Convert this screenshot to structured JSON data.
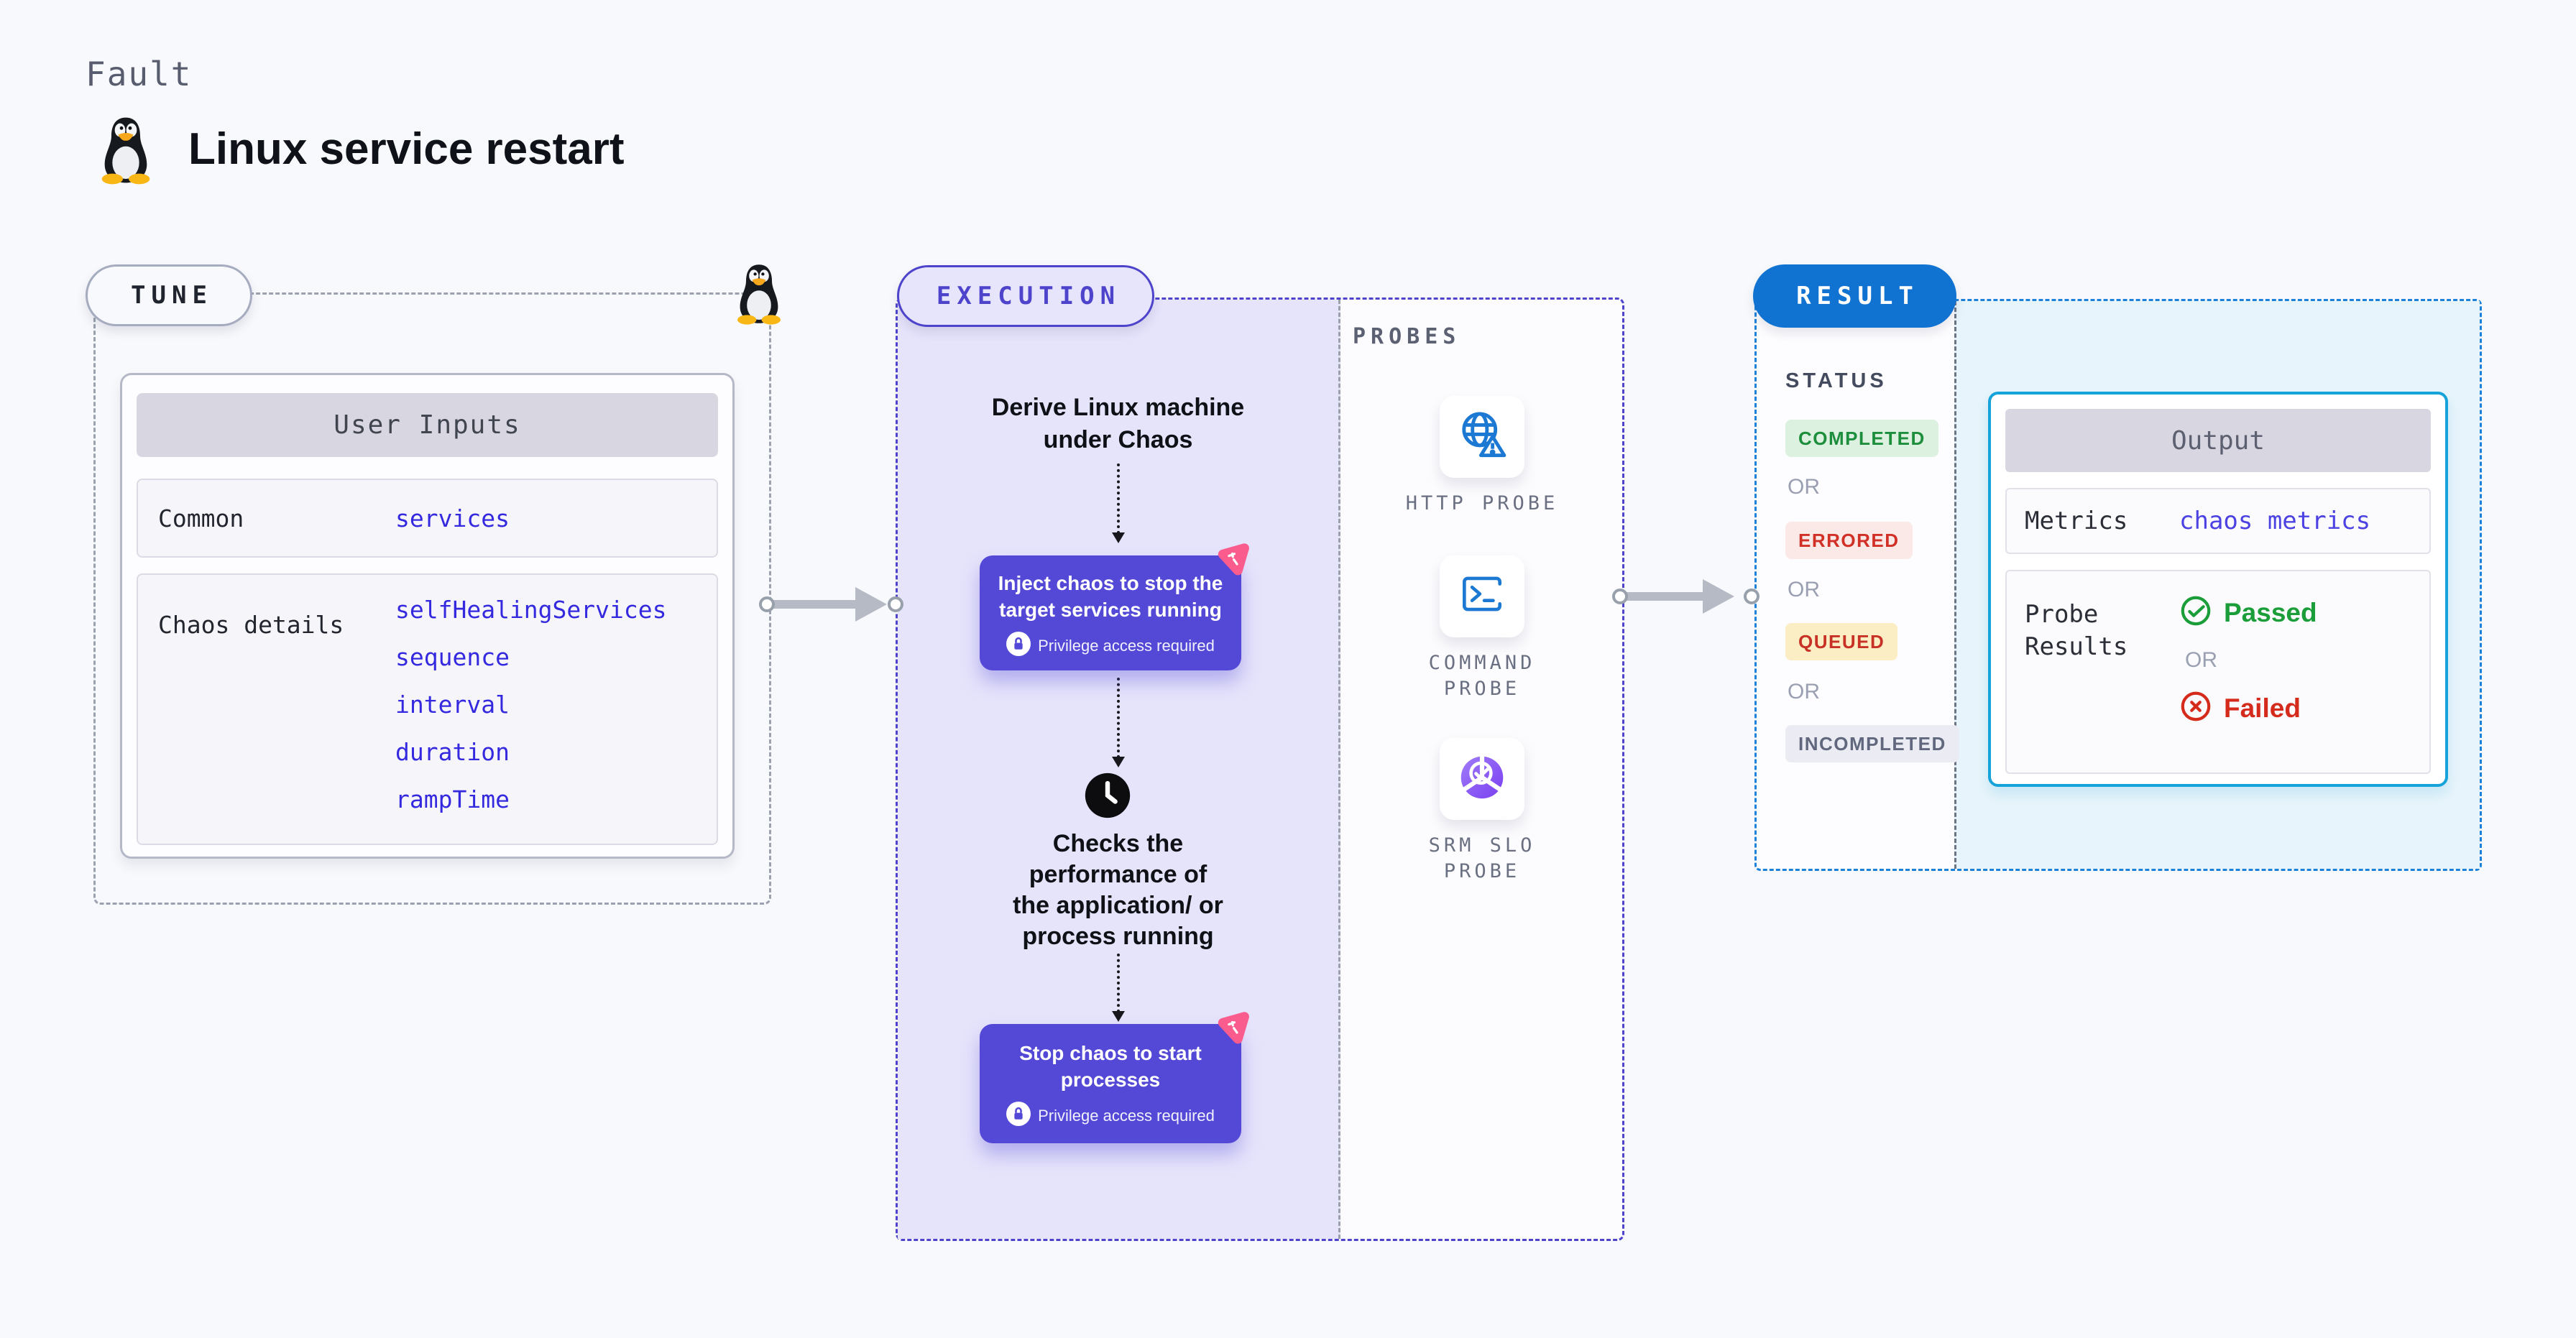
{
  "header": {
    "category": "Fault",
    "title": "Linux service restart"
  },
  "tune": {
    "label": "TUNE",
    "card": {
      "header": "User Inputs",
      "rows": [
        {
          "label": "Common",
          "values": [
            "services"
          ]
        },
        {
          "label": "Chaos details",
          "values": [
            "selfHealingServices",
            "sequence",
            "interval",
            "duration",
            "rampTime"
          ]
        }
      ]
    }
  },
  "execution": {
    "label": "EXECUTION",
    "derive_lines": [
      "Derive Linux machine",
      "under Chaos"
    ],
    "inject": {
      "line1": "Inject chaos to stop the",
      "line2": "target services running",
      "badge": "Privilege access required"
    },
    "checks_lines": [
      "Checks the",
      "performance of",
      "the application/ or",
      "process running"
    ],
    "stop": {
      "line1": "Stop chaos to start",
      "line2": "processes",
      "badge": "Privilege access required"
    }
  },
  "probes": {
    "label": "PROBES",
    "items": [
      {
        "icon": "globe-alert-icon",
        "lines": [
          "HTTP PROBE",
          ""
        ]
      },
      {
        "icon": "terminal-icon",
        "lines": [
          "COMMAND",
          "PROBE"
        ]
      },
      {
        "icon": "slo-donut-icon",
        "lines": [
          "SRM SLO",
          "PROBE"
        ]
      }
    ]
  },
  "result": {
    "label": "RESULT",
    "status": {
      "heading": "STATUS",
      "separator": "OR",
      "items": [
        {
          "text": "COMPLETED",
          "tone": "green"
        },
        {
          "text": "ERRORED",
          "tone": "red"
        },
        {
          "text": "QUEUED",
          "tone": "yellow"
        },
        {
          "text": "INCOMPLETED",
          "tone": "gray"
        }
      ]
    },
    "output": {
      "header": "Output",
      "metrics_label": "Metrics",
      "metrics_value": "chaos metrics",
      "probe_label_lines": [
        "Probe",
        "Results"
      ],
      "passed": "Passed",
      "separator": "OR",
      "failed": "Failed"
    }
  },
  "colors": {
    "page_bg": "#f8f9fc",
    "indigo_accent": "#5449d6",
    "indigo_border": "#4e44cc",
    "purple_fill": "#e6e4fb",
    "link_blue": "#3429df",
    "metrics_blue": "#4c42e2",
    "result_blue": "#1173d1",
    "result_dash_blue": "#1c82d9",
    "output_cyan_border": "#16a3da",
    "cyan_fill": "#e7f4fb",
    "probe_icon_blue": "#1b78d3",
    "slo_purple": "#7a3ff0",
    "pink_chaos": "#fa5c8e",
    "status_green": "#1c8e3c",
    "status_green_bg": "#ddf1e0",
    "status_red": "#d13026",
    "status_red_bg": "#fbe9e8",
    "status_yellow_bg": "#fbeec4",
    "status_gray": "#61687e",
    "status_gray_bg": "#ebecf3",
    "passed_green": "#1b9e39",
    "failed_red": "#d52b1d"
  }
}
